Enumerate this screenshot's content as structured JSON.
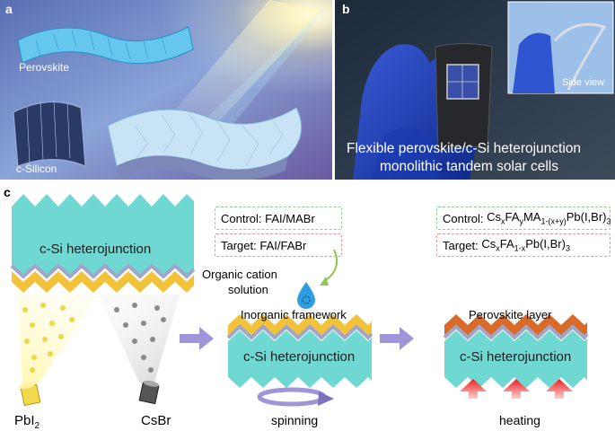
{
  "panel_a": {
    "label": "a",
    "perovskite_label": "Perovskite",
    "silicon_label": "c-Silicon"
  },
  "panel_b": {
    "label": "b",
    "inset_label": "Side view",
    "caption_line1": "Flexible perovskite/c-Si heterojunction",
    "caption_line2": "monolithic tandem solar cells"
  },
  "panel_c": {
    "label": "c",
    "stack1_label": "c-Si heterojunction",
    "source_left": "PbI",
    "source_left_sub": "2",
    "source_right": "CsBr",
    "control1_prefix": "Control:",
    "control1_value": "FAI/MABr",
    "target1_prefix": "Target:",
    "target1_value": "FAI/FABr",
    "organic_line1": "Organic cation",
    "organic_line2": "solution",
    "framework_label": "Inorganic framework",
    "stack2_label": "c-Si heterojunction",
    "spinning_label": "spinning",
    "control2_prefix": "Control:",
    "control2_formula": {
      "p1": "Cs",
      "s1": "x",
      "p2": "FA",
      "s2": "y",
      "p3": "MA",
      "s3": "1-(x+y)",
      "p4": "Pb(I,Br)",
      "s4": "3"
    },
    "target2_prefix": "Target:",
    "target2_formula": {
      "p1": "Cs",
      "s1": "x",
      "p2": "FA",
      "s2": "1-x",
      "p3": "Pb(I,Br)",
      "s3": "3"
    },
    "perovskite_layer_label": "Perovskite layer",
    "stack3_label": "c-Si heterojunction",
    "heating_label": "heating"
  },
  "colors": {
    "control_border": "#8fd08f",
    "target_border": "#e89a9a",
    "silicon": "#6fd8d2",
    "framework": "#f2c23a",
    "perovskite": "#d96a28",
    "arrow": "#9f95d8"
  }
}
